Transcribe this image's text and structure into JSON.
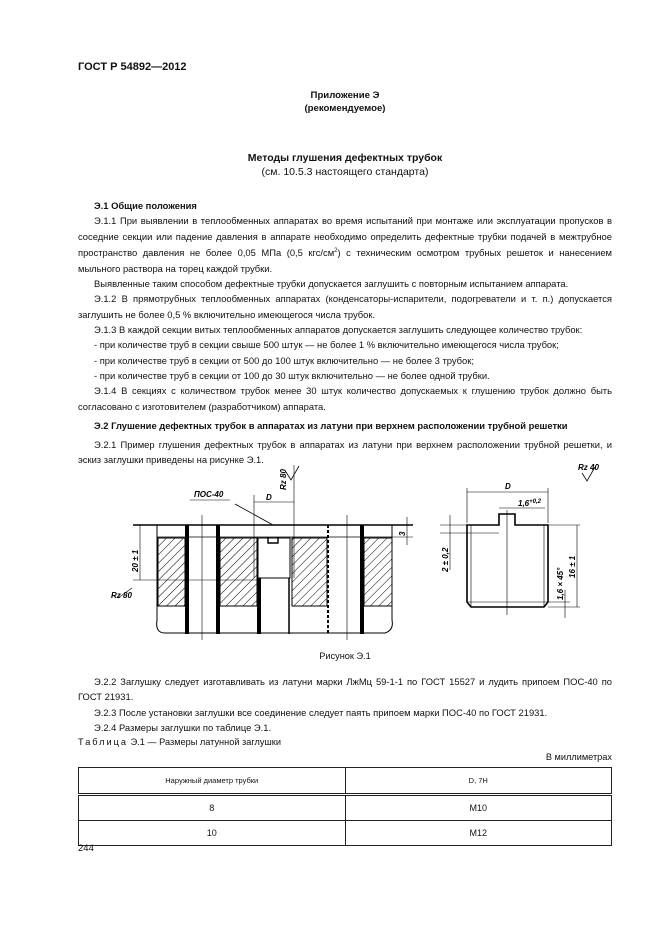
{
  "header": {
    "doc_id": "ГОСТ Р 54892—2012"
  },
  "appendix": {
    "title": "Приложение Э",
    "status": "(рекомендуемое)"
  },
  "section_title": {
    "title": "Методы глушения дефектных трубок",
    "subtitle": "(см. 10.5.3 настоящего стандарта)"
  },
  "s1": {
    "heading": "Э.1 Общие положения",
    "p1_a": "Э.1.1 При выявлении в теплообменных аппаратах во время испытаний при монтаже или эксплуатации пропусков в соседние секции или падение давления в аппарате необходимо определить дефектные трубки подачей в межтрубное пространство давления не более 0,05 МПа (0,5 кгс/см",
    "p1_sup": "2",
    "p1_b": ") с техническим осмотром трубных решеток и нанесением мыльного раствора на торец каждой трубки.",
    "p2": "Выявленные таким способом дефектные трубки допускается заглушить с повторным испытанием аппарата.",
    "p3": "Э.1.2 В прямотрубных теплообменных аппаратах (конденсаторы-испарители, подогреватели и т. п.) допускается заглушить не более 0,5 % включительно имеющегося числа трубок.",
    "p4": "Э.1.3 В каждой секции витых теплообменных аппаратов допускается заглушить следующее количество трубок:",
    "list": [
      "- при количестве труб в секции свыше 500 штук — не более 1 % включительно имеющегося числа трубок;",
      "- при количестве труб в секции от 500 до 100 штук включительно — не более 3 трубок;",
      "- при количестве труб в секции от 100 до 30 штук включительно — не более одной трубки."
    ],
    "p5": "Э.1.4 В секциях с количеством трубок менее 30 штук количество допускаемых к глушению трубок должно быть согласовано с изготовителем (разработчиком) аппарата."
  },
  "s2": {
    "heading": "Э.2 Глушение дефектных трубок в аппаратах из латуни при верхнем расположении трубной решетки",
    "p1": "Э.2.1 Пример глушения дефектных трубок в аппаратах из латуни при верхнем расположении трубной решетки, и эскиз заглушки приведены на рисунке Э.1.",
    "p2": "Э.2.2 Заглушку следует изготавливать из латуни марки ЛжМц 59-1-1 по ГОСТ 15527 и лудить припоем ПОС-40 по ГОСТ 21931.",
    "p3": "Э.2.3 После установки заглушки все соединение следует паять припоем марки ПОС-40 по ГОСТ 21931.",
    "p4": "Э.2.4 Размеры заглушки по таблице Э.1."
  },
  "figure": {
    "caption": "Рисунок Э.1",
    "labels": {
      "solder": "ПОС-40",
      "d": "D",
      "rz80_top": "Rz 80",
      "rz80_left": "Rz 80",
      "h20": "20 ± 1",
      "h3": "3",
      "rz40": "Rz 40",
      "d2": "D",
      "slot": "1,6",
      "slot_tol": "+0,2",
      "h2": "2 ± 0,2",
      "chamfer": "1,6 × 45°",
      "h16": "16 ± 1"
    }
  },
  "table": {
    "caption_label": "Таблица",
    "caption": "Э.1 — Размеры латунной заглушки",
    "units": "В миллиметрах",
    "headers": [
      "Наружный диаметр трубки",
      "D, 7H"
    ],
    "rows": [
      [
        "8",
        "M10"
      ],
      [
        "10",
        "M12"
      ]
    ]
  },
  "footer": {
    "page_number": "244"
  }
}
